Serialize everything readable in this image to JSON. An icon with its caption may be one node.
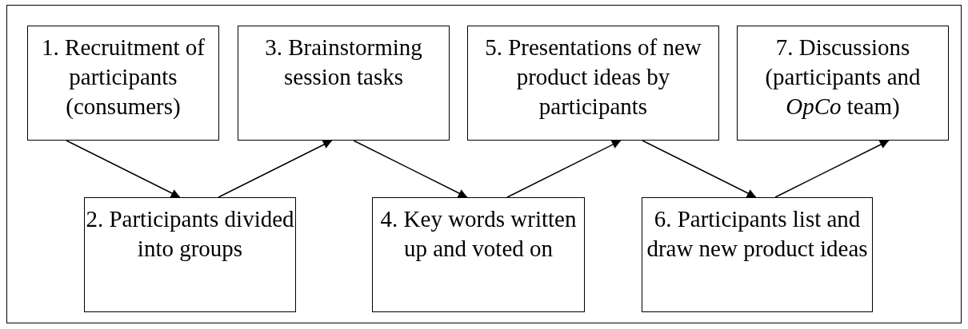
{
  "diagram": {
    "nodes": [
      {
        "text": [
          "1. Recruitment of participants (consumers)"
        ]
      },
      {
        "text": [
          "2. Participants divided into groups"
        ]
      },
      {
        "text": [
          "3. Brainstorming session tasks"
        ]
      },
      {
        "text": [
          "4. Key words written up and voted on"
        ]
      },
      {
        "text": [
          "5. Presentations of new product ideas by participants"
        ]
      },
      {
        "text": [
          "6. Participants list and draw new product ideas"
        ]
      },
      {
        "text": [
          "7. Discussions (participants and *OpCo* team)"
        ]
      }
    ],
    "edges": [
      {
        "from": 0,
        "to": 1,
        "arrow": "to"
      },
      {
        "from": 1,
        "to": 2,
        "arrow": "to"
      },
      {
        "from": 2,
        "to": 3,
        "arrow": "to"
      },
      {
        "from": 3,
        "to": 4,
        "arrow": "to"
      },
      {
        "from": 4,
        "to": 5,
        "arrow": "to"
      },
      {
        "from": 5,
        "to": 6,
        "arrow": "to"
      }
    ]
  }
}
